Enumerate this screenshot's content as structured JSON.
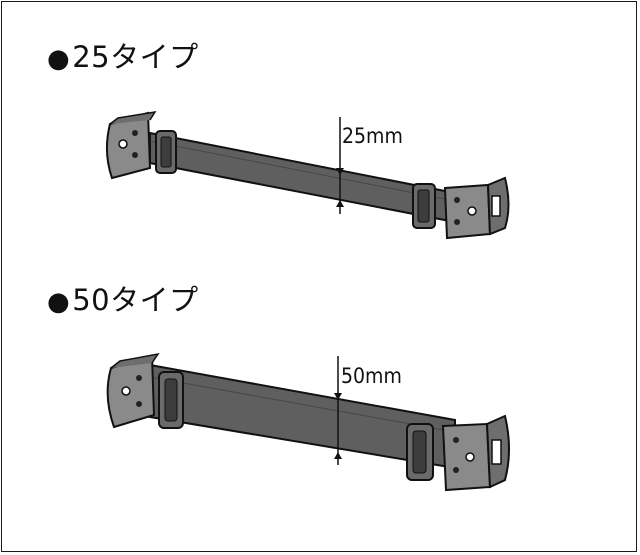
{
  "sections": [
    {
      "bullet": "●",
      "title": "25タイプ",
      "dimension_label": "25mm"
    },
    {
      "bullet": "●",
      "title": "50タイプ",
      "dimension_label": "50mm"
    }
  ],
  "colors": {
    "strap": "#5f5f5f",
    "strap_shade": "#474747",
    "bracket": "#8a8a8a",
    "outline": "#111111"
  }
}
